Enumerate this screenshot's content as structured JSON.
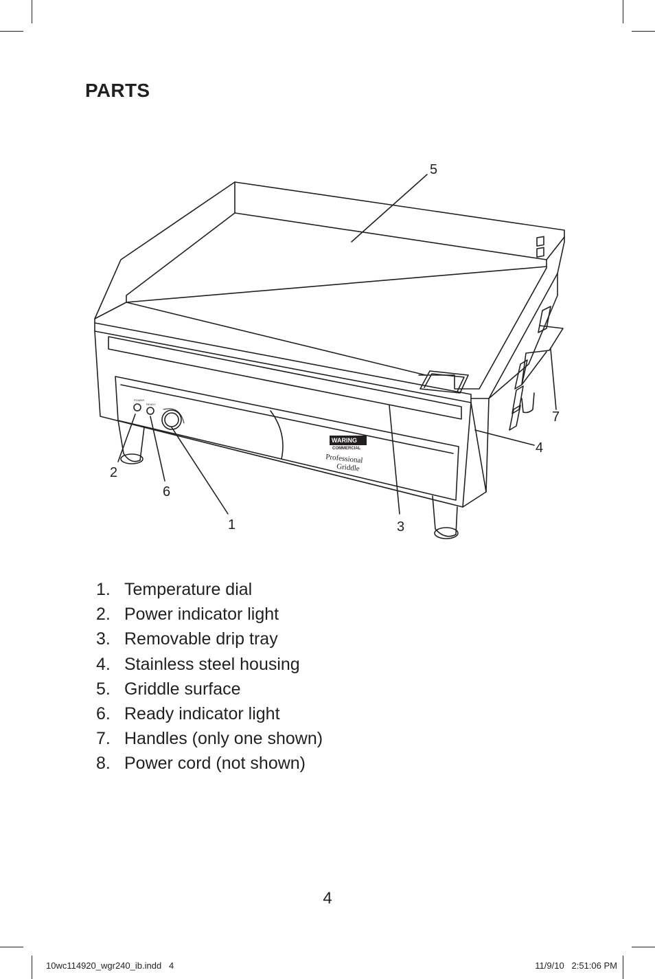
{
  "page": {
    "title": "PARTS",
    "page_number": "4"
  },
  "diagram": {
    "callouts": [
      "5",
      "7",
      "4",
      "2",
      "6",
      "1",
      "3"
    ],
    "brand": {
      "logo": "WARING",
      "logo_sub": "COMMERCIAL",
      "product_line1": "Professional",
      "product_line2": "Griddle"
    },
    "control_labels": [
      "POWER",
      "READY"
    ]
  },
  "parts": [
    {
      "num": "1.",
      "label": "Temperature dial"
    },
    {
      "num": "2.",
      "label": "Power indicator light"
    },
    {
      "num": "3.",
      "label": "Removable drip tray"
    },
    {
      "num": "4.",
      "label": "Stainless steel housing"
    },
    {
      "num": "5.",
      "label": "Griddle surface"
    },
    {
      "num": "6.",
      "label": "Ready indicator light"
    },
    {
      "num": "7.",
      "label": "Handles (only one shown)"
    },
    {
      "num": "8.",
      "label": "Power cord (not shown)"
    }
  ],
  "footer": {
    "left": "10wc114920_wgr240_ib.indd   4",
    "right": "11/9/10   2:51:06 PM"
  }
}
